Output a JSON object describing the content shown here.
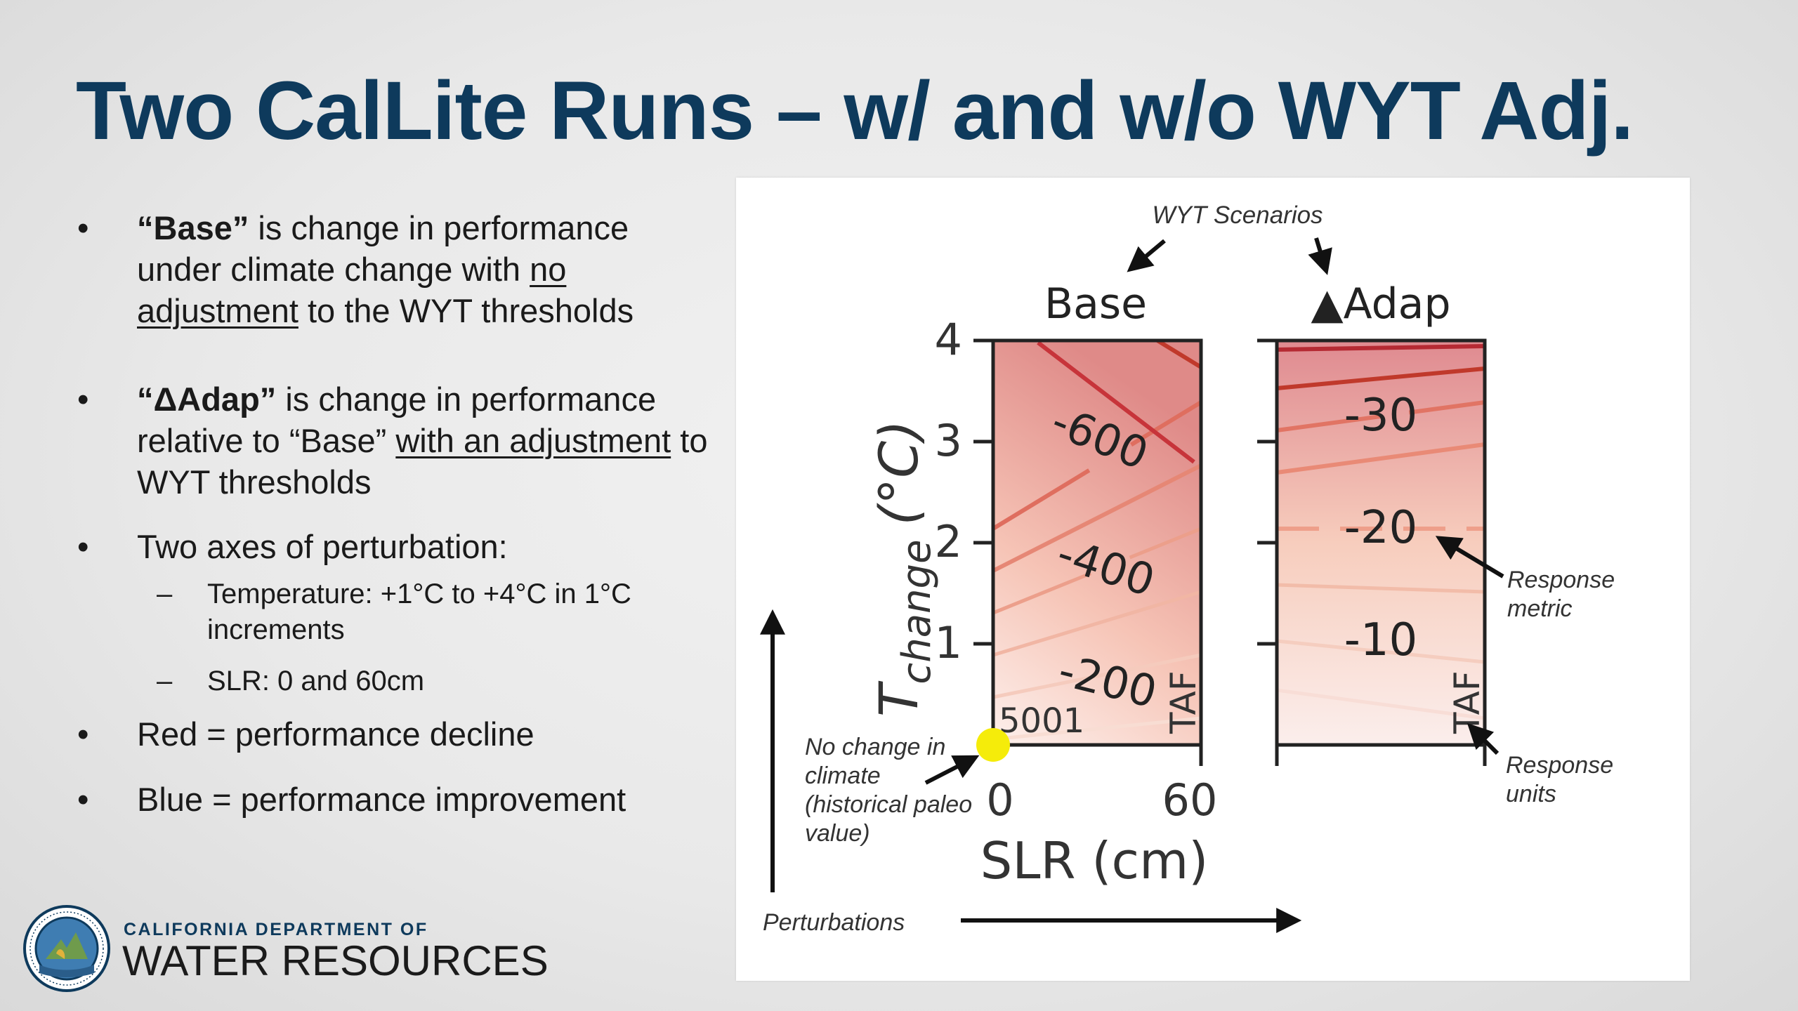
{
  "title": "Two CalLite Runs – w/ and w/o WYT Adj.",
  "bullets": {
    "b1": {
      "bold": "“Base”",
      "t1": " is change in performance under climate change with ",
      "u1": "no adjustment",
      "t2": " to the WYT thresholds"
    },
    "b2": {
      "bold": "“ΔAdap”",
      "t1": " is change in performance relative to “Base” ",
      "u1": "with an adjustment",
      "t2": " to WYT thresholds"
    },
    "b3": "Two axes of perturbation:",
    "b3_sub1": "Temperature: +1°C to +4°C in 1°C increments",
    "b3_sub2": "SLR: 0 and 60cm",
    "b4": "Red = performance decline",
    "b5": "Blue = performance improvement",
    "bullet_symbol": "•",
    "dash_symbol": "–"
  },
  "figure": {
    "wyt_scenarios": "WYT Scenarios",
    "panel_base_title": "Base",
    "panel_adap_title": "▲Adap",
    "y_axis_label_main": "T",
    "y_axis_label_sub": "change",
    "y_axis_label_unit": "(°C)",
    "y_ticks": [
      "4",
      "3",
      "2",
      "1"
    ],
    "x_ticks": [
      "0",
      "60"
    ],
    "x_axis_label": "SLR (cm)",
    "base_contour_labels": [
      "-600",
      "-400",
      "-200"
    ],
    "adap_contour_labels": [
      "-30",
      "-20",
      "-10"
    ],
    "base_units": "TAF",
    "adap_units": "TAF",
    "base_value_label": "5001",
    "response_metric": [
      "Response",
      "metric"
    ],
    "response_units": [
      "Response",
      "units"
    ],
    "no_change": [
      "No change in",
      "climate",
      "(historical paleo",
      "value)"
    ],
    "perturbations": "Perturbations",
    "colors": {
      "dark_red": "#c0392b",
      "mid_red": "#e07060",
      "light_red": "#f3b8a8",
      "marker_yellow": "#f5ec0a",
      "title_blue": "#0e3a5c"
    }
  },
  "logo": {
    "top_line": "CALIFORNIA DEPARTMENT OF",
    "main_line": "WATER RESOURCES",
    "seal_icon": "dwr-seal-icon"
  }
}
